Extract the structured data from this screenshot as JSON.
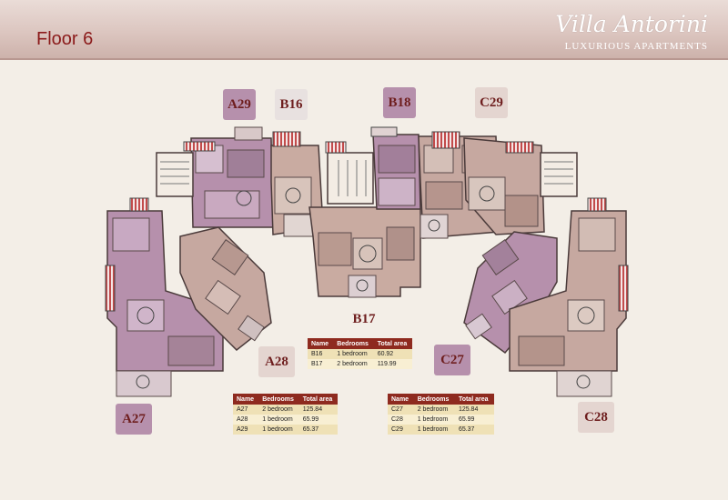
{
  "header": {
    "floor_title": "Floor 6",
    "brand_name": "Villa Antorini",
    "brand_tagline": "LUXURIOUS APARTMENTS"
  },
  "colors": {
    "accent": "#8b1a1a",
    "table_header": "#8e2a1f",
    "type_a": "#b690ac",
    "type_b": "#e8e1e0",
    "type_c": "#c8a8a2"
  },
  "apartment_labels": {
    "a29": "A29",
    "b16": "B16",
    "b18": "B18",
    "c29": "C29",
    "b17": "B17",
    "a28": "A28",
    "c27": "C27",
    "a27": "A27",
    "c28": "C28"
  },
  "tables": {
    "columns": [
      "Name",
      "Bedrooms",
      "Total area"
    ],
    "b_units": [
      [
        "B16",
        "1 bedroom",
        "60.92"
      ],
      [
        "B17",
        "2 bedroom",
        "119.99"
      ]
    ],
    "a_units": [
      [
        "A27",
        "2 bedroom",
        "125.84"
      ],
      [
        "A28",
        "1 bedroom",
        "65.99"
      ],
      [
        "A29",
        "1 bedroom",
        "65.37"
      ]
    ],
    "c_units": [
      [
        "C27",
        "2 bedroom",
        "125.84"
      ],
      [
        "C28",
        "1 bedroom",
        "65.99"
      ],
      [
        "C29",
        "1 bedroom",
        "65.37"
      ]
    ]
  }
}
